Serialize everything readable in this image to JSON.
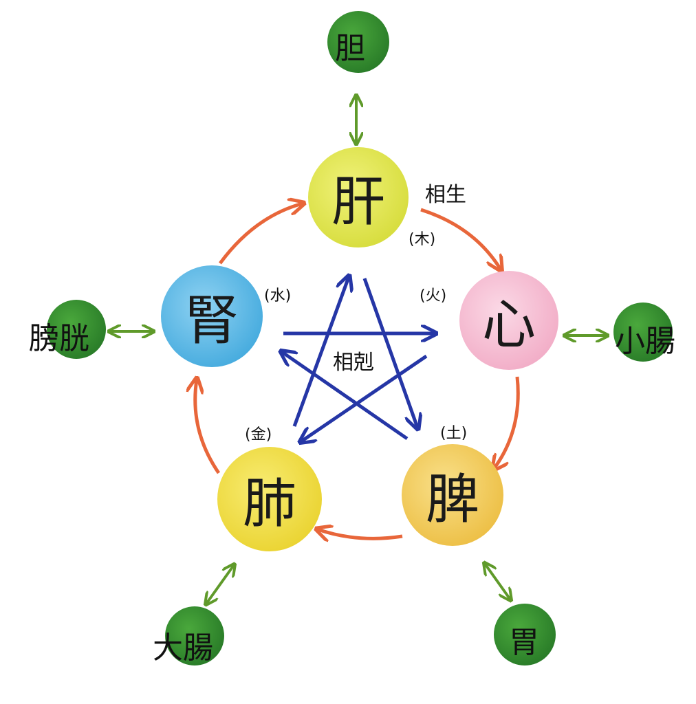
{
  "organs": {
    "liver": {
      "name": "肝",
      "element": "(木)",
      "color": "#dde33a"
    },
    "heart": {
      "name": "心",
      "element": "(火)",
      "color": "#f4b8cf"
    },
    "spleen": {
      "name": "脾",
      "element": "(土)",
      "color": "#f2cc55"
    },
    "lung": {
      "name": "肺",
      "element": "(金)",
      "color": "#f1de3a"
    },
    "kidney": {
      "name": "腎",
      "element": "(水)",
      "color": "#4fb4e4"
    }
  },
  "bowels": {
    "gallbladder": {
      "name": "胆"
    },
    "small_intestine": {
      "name": "小腸"
    },
    "stomach": {
      "name": "胃"
    },
    "large_intestine": {
      "name": "大腸"
    },
    "bladder": {
      "name": "膀胱"
    }
  },
  "labels": {
    "generating": "相生",
    "controlling": "相剋"
  },
  "colors": {
    "generating_arrow": "#e8663a",
    "controlling_arrow": "#2536a6",
    "pair_arrow": "#5f9a2a",
    "bowel_circle": "#2f8a2a"
  }
}
